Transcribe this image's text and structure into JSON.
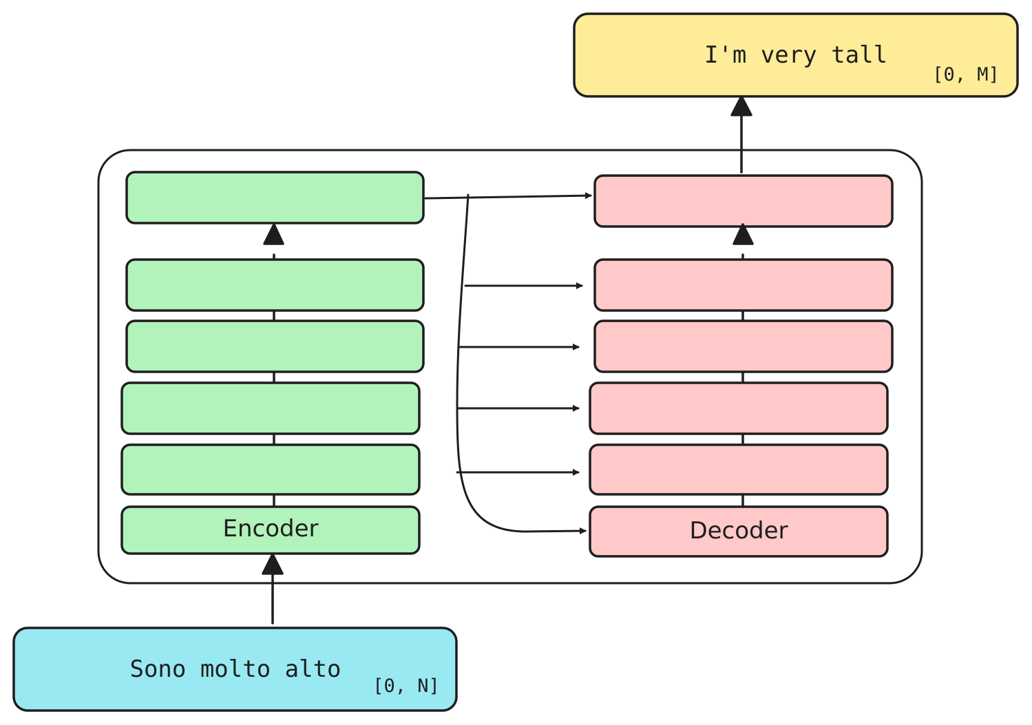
{
  "colors": {
    "encoder_fill": "#b2f2bb",
    "decoder_fill": "#ffc9c9",
    "input_fill": "#99e9f2",
    "output_fill": "#ffec99",
    "stroke": "#1e1e1e"
  },
  "input": {
    "text": "Sono molto alto",
    "range": "[0, N]"
  },
  "output": {
    "text": "I'm very tall",
    "range": "[0, M]"
  },
  "encoder": {
    "label": "Encoder"
  },
  "decoder": {
    "label": "Decoder"
  }
}
